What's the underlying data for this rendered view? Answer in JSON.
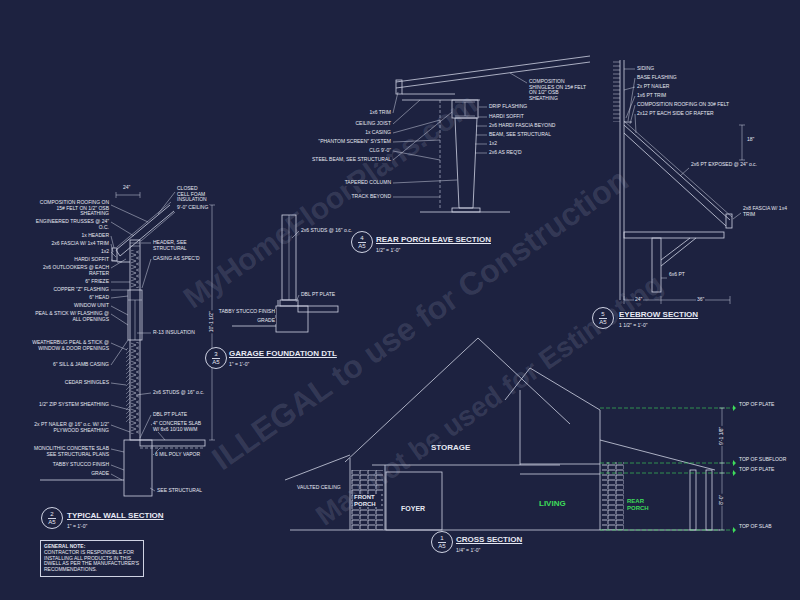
{
  "diagram": {
    "nodes": [
      {
        "text": [
          "4",
          "A5"
        ]
      },
      {
        "text": [
          "5",
          "A5"
        ]
      },
      {
        "text": [
          "3",
          "A5"
        ]
      },
      {
        "text": [
          "2",
          "A5"
        ]
      },
      {
        "text": [
          "1",
          "A5"
        ]
      },
      {
        "text": [
          "GENERAL NOTE:",
          "CONTRACTOR IS RESPONSIBLE FOR INSTALLING ALL PRODUCTS IN THIS DWELL AS PER THE MANUFACTURER'S RECOMMENDATIONS."
        ]
      }
    ],
    "labels": [
      "COMPOSITION ROOFING ON 15# FELT ON 1/2\" OSB SHEATHING",
      "ENGINEERED TRUSSES @ 24\" O.C.",
      "1x HEADER",
      "2x6 FASCIA W/ 1x4 TRIM",
      "1x2",
      "HARDI SOFFIT",
      "2x6 OUTLOOKERS @ EACH RAFTER",
      "6\" FRIEZE",
      "COPPER \"Z\" FLASHING",
      "6\" HEAD",
      "WINDOW UNIT",
      "PEAL & STICK W/ FLASHING @ ALL OPENINGS",
      "WEATHERBUG PEAL & STICK @ WINDOW & DOOR OPENINGS",
      "6\" SILL & JAMB CASING",
      "CEDAR SHINGLES",
      "1/2\" ZIP SYSTEM SHEATHING",
      "2x PT NAILER @ 16\" o.c. W/ 1/2\" PLYWOOD SHEATHING",
      "MONOLITHIC CONCRETE SLAB SEE STRUCTURAL PLANS",
      "TABBY STUCCO FINISH",
      "GRADE",
      "CLOSED CELL FOAM INSULATION",
      "9'-0\" CEILING",
      "HEADER, SEE STRUCTURAL",
      "CASING AS SPEC'D",
      "R-13 INSULATION",
      "2x6 STUDS @ 16\" o.c.",
      "DBL PT PLATE",
      "4\" CONCRETE SLAB W/ 6x6 10/10 WWM",
      "6 MIL POLY VAPOR",
      "SEE STRUCTURAL",
      "24\"",
      "10'-1 1/2\"",
      "2x6 STUDS @ 16\" o.c.",
      "DBL PT PLATE",
      "TABBY STUCCO FINISH",
      "GRADE",
      "GARAGE FOUNDATION DTL",
      "1\" = 1'-0\"",
      "1x6 TRIM",
      "CEILING JOIST",
      "1x CASING",
      "\"PHANTOM SCREEN\" SYSTEM",
      "CLG 9'-0\"",
      "STEEL BEAM, SEE STRUCTURAL",
      "TAPERED COLUMN",
      "TRACK BEYOND",
      "COMPOSITION SHINGLES ON 15# FELT ON 1/2\" OSB SHEATHING",
      "DRIP FLASHING",
      "HARDI SOFFIT",
      "2x6 HARDI FASCIA BEYOND",
      "BEAM, SEE STRUCTURAL",
      "1x2",
      "2x6 AS REQ'D",
      "REAR PORCH EAVE SECTION",
      "1/2\" = 1'-0\"",
      "SIDING",
      "BASE FLASHING",
      "2x PT NAILER",
      "1x6 PT TRIM",
      "COMPOSITION ROOFING ON 30# FELT",
      "2x12 PT EACH SIDE OF RAFTER",
      "2x6 PT EXPOSED @ 24\" o.c.",
      "2x8 FASCIA W/ 1x4 TRIM",
      "6x6 PT",
      "18\"",
      "24\"",
      "36\"",
      "EYEBROW SECTION",
      "1 1/2\" = 1'-0\"",
      "CROSS SECTION",
      "1/4\" = 1'-0\"",
      "STORAGE",
      "VAULTED CEILING",
      "FRONT PORCH",
      "FOYER",
      "LIVING",
      "REAR PORCH",
      "TOP OF PLATE",
      "TOP OF SUBFLOOR",
      "TOP OF PLATE",
      "TOP OF SLAB",
      "9'-1 1/8\"",
      "8'-0\"",
      "MyHomeFloorPlans.com",
      "ILLEGAL to use for Construction",
      "May not be used for Estimating",
      "TYPICAL WALL SECTION",
      "1\" = 1'-0\""
    ]
  }
}
